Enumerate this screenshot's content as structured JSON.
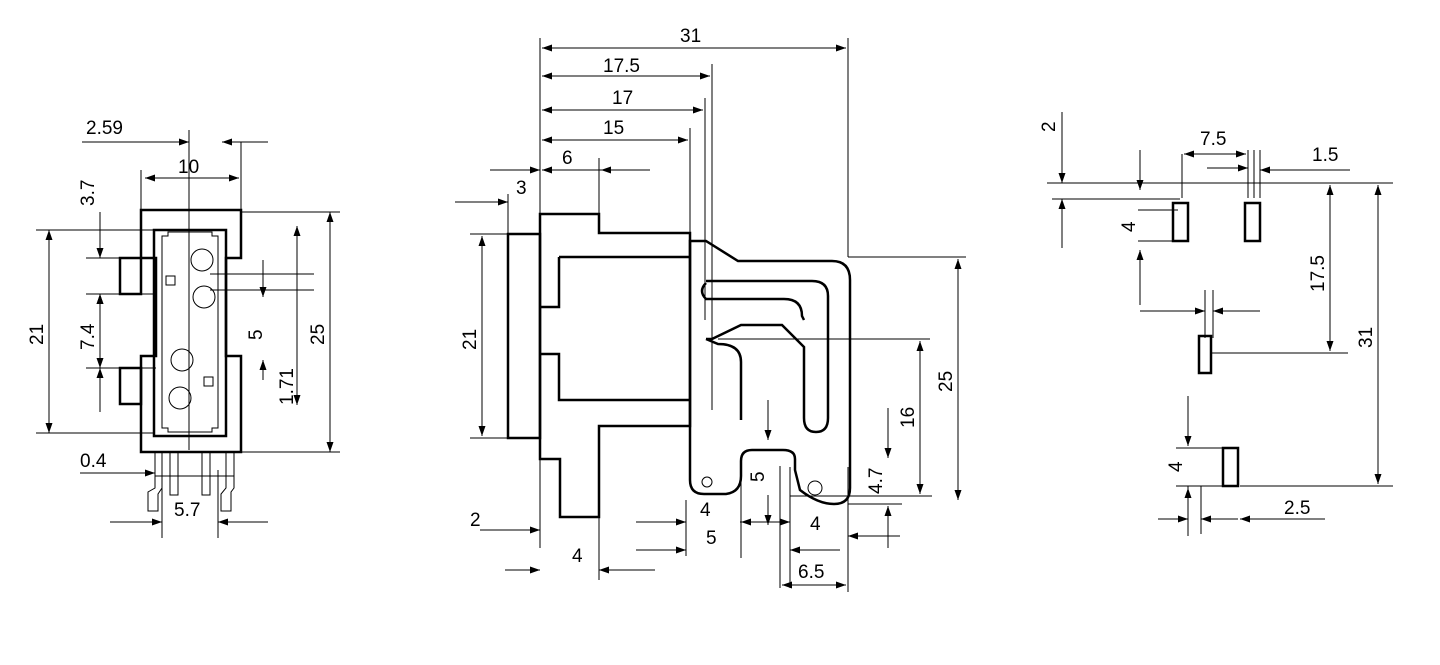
{
  "left_view": {
    "dims": {
      "d259": "2.59",
      "d10": "10",
      "d37": "3.7",
      "d21": "21",
      "d74": "7.4",
      "d5": "5",
      "d171": "1.71",
      "d25": "25",
      "d04": "0.4",
      "d57": "5.7"
    }
  },
  "middle_view": {
    "dims": {
      "d31": "31",
      "d175": "17.5",
      "d17": "17",
      "d15": "15",
      "d6": "6",
      "d3": "3",
      "d21": "21",
      "d25": "25",
      "d16": "16",
      "d5v": "5",
      "d47": "4.7",
      "d2": "2",
      "d4a": "4",
      "d4b": "4",
      "d4c": "4",
      "d5h": "5",
      "d65": "6.5"
    }
  },
  "right_view": {
    "dims": {
      "d2": "2",
      "d75": "7.5",
      "d15": "1.5",
      "d4a": "4",
      "d175": "17.5",
      "d31": "31",
      "d4b": "4",
      "d25": "2.5"
    }
  }
}
